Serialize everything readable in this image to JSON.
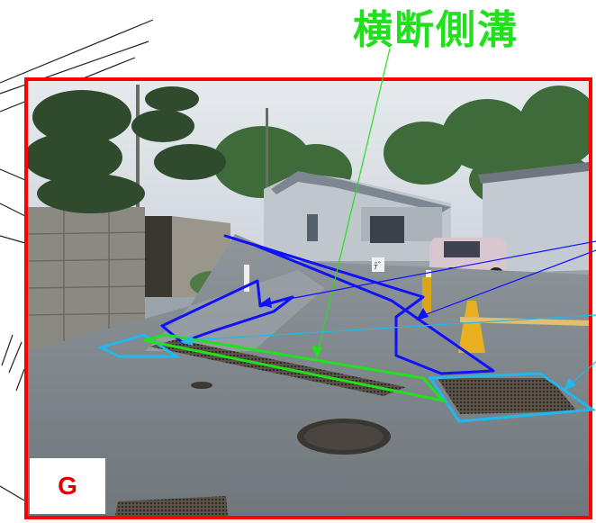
{
  "annotation": {
    "title": "横断側溝",
    "title_color": "#22e01e"
  },
  "photo": {
    "label": "G",
    "label_color": "#e00000",
    "frame_color": "#ff0000",
    "sign_text": "ﾃﾞ"
  },
  "outline_colors": {
    "route": "#1010ff",
    "grate": "#22b8ee",
    "cross_drain": "#22e01e"
  }
}
